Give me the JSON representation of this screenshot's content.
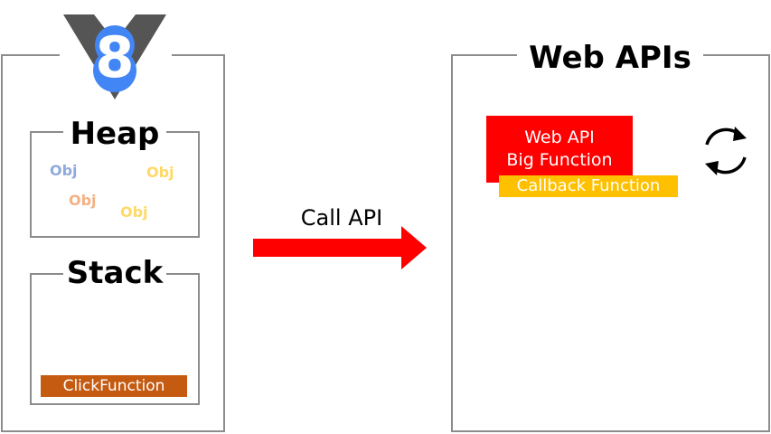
{
  "colors": {
    "border": "#8c8c8c",
    "arrow": "#ff0000",
    "webapi_card": "#ff0000",
    "callback_bar": "#ffc000",
    "stack_item": "#c55a11",
    "obj_blue": "#8faadc",
    "obj_yellow": "#ffd966",
    "obj_orange": "#f4b183",
    "v8_blue": "#4285f4",
    "v8_gray": "#555555"
  },
  "engine": {
    "logo_icon": "v8-logo-icon",
    "logo_text": "8",
    "heap": {
      "title": "Heap",
      "objects": [
        {
          "label": "Obj",
          "color": "#8faadc"
        },
        {
          "label": "Obj",
          "color": "#ffd966"
        },
        {
          "label": "Obj",
          "color": "#f4b183"
        },
        {
          "label": "Obj",
          "color": "#ffd966"
        }
      ]
    },
    "stack": {
      "title": "Stack",
      "items": [
        "ClickFunction"
      ]
    }
  },
  "arrow": {
    "label": "Call API",
    "icon": "right-arrow-icon"
  },
  "web_apis": {
    "title": "Web APIs",
    "card": {
      "line1": "Web API",
      "line2": "Big Function"
    },
    "callback": "Callback Function",
    "icon": "refresh-cycle-icon"
  }
}
